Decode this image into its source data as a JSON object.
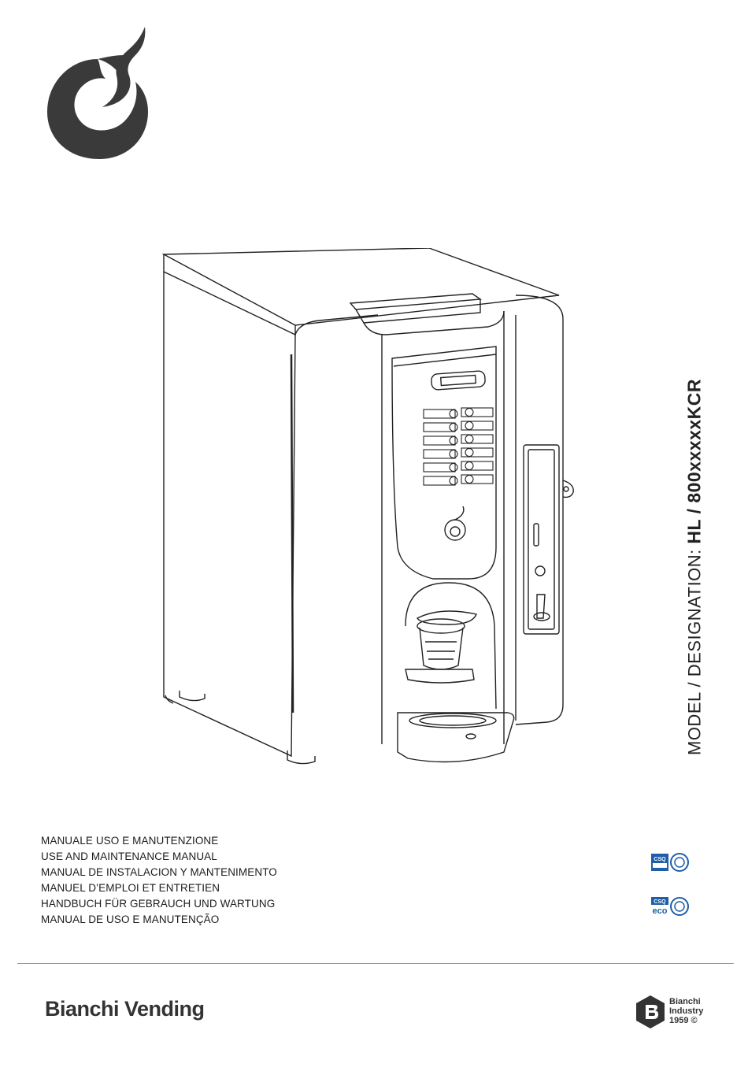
{
  "model": {
    "label": "MODEL / DESIGNATION:",
    "value": "HL / 800xxxxxKCR"
  },
  "manual_titles": [
    "MANUALE USO E MANUTENZIONE",
    "USE AND MAINTENANCE MANUAL",
    "MANUAL DE INSTALACION Y MANTENIMENTO",
    "MANUEL D’EMPLOI ET ENTRETIEN",
    "HANDBUCH FÜR GEBRAUCH UND WARTUNG",
    "MANUAL DE USO E MANUTENÇÃO"
  ],
  "certifications": {
    "badge1": "CSQ",
    "badge2_top": "CSQ",
    "badge2_bottom": "eco"
  },
  "footer": {
    "brand": "Bianchi Vending",
    "industry_line1": "Bianchi",
    "industry_line2": "Industry",
    "industry_line3": "1959 ©"
  },
  "colors": {
    "logo": "#3a3a3a",
    "badge_blue": "#1f5ea8",
    "text": "#1c1c1c"
  },
  "icons": {
    "logo": "bianchi-flame-logo-icon",
    "machine": "coffee-vending-machine-illustration",
    "industry": "bianchi-industry-hexagon-icon"
  }
}
